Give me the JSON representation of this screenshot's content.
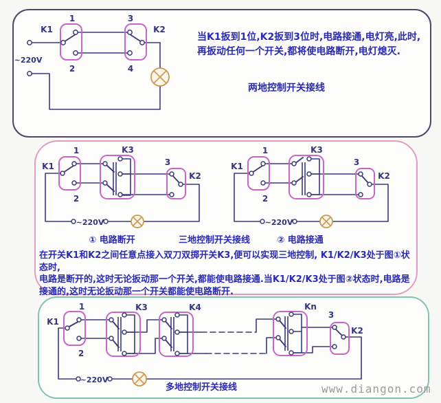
{
  "watermark": "www.diangon.com",
  "colors": {
    "wire": "#3a3a7e",
    "switch_box": "#c964c9",
    "label_text": "#343480",
    "blue_text": "#2a2ab4",
    "lamp": "#c79a58",
    "panel_top_border": "#4a4a68",
    "panel_middle_border": "#e29cc4",
    "panel_bottom_border": "#82c3ac",
    "watermark_gray": "#9b9b9b"
  },
  "two_location_panel": {
    "description_line1": "当K1扳到1位,K2扳到3位时,电路接通,电灯亮,此时,",
    "description_line2": "再扳动任何一个开关,都将使电路断开,电灯熄灭.",
    "caption": "两地控制开关接线",
    "labels": {
      "k1": "K1",
      "k2": "K2",
      "t1": "1",
      "t2": "2",
      "t3": "3",
      "t4": "4",
      "voltage": "~220V"
    }
  },
  "three_location_panel": {
    "left_circuit": {
      "labels": {
        "k1": "K1",
        "k3": "K3",
        "k2": "K2",
        "t1": "1",
        "t2": "2",
        "t3": "3",
        "voltage": "~220V"
      },
      "state_caption": "① 电路断开"
    },
    "right_circuit": {
      "labels": {
        "k1": "K1",
        "k3": "K3",
        "k2": "K2",
        "t1": "1",
        "t2": "2",
        "t3": "3",
        "voltage": "~220V"
      },
      "state_caption": "② 电路接通"
    },
    "caption": "三地控制开关接线",
    "description_line1": "在开关K1和K2之间任意点接入双刀双掷开关K3,便可以实现三地控制, K1/K2/K3处于图①状态时,",
    "description_line2": "电路是断开的,这时无论扳动那一个开关,都能使电路接通.当K1/K2/K3处于图②状态时,电路是",
    "description_line3": "接通的,这时无论扳动那一个开关都能使电路断开."
  },
  "multi_location_panel": {
    "labels": {
      "k1": "K1",
      "k3": "K3",
      "k4": "K4",
      "kn": "Kn",
      "k2": "K2",
      "t1": "1",
      "t2": "2",
      "t3": "3",
      "voltage": "~220V"
    },
    "caption": "多地控制开关接线"
  }
}
